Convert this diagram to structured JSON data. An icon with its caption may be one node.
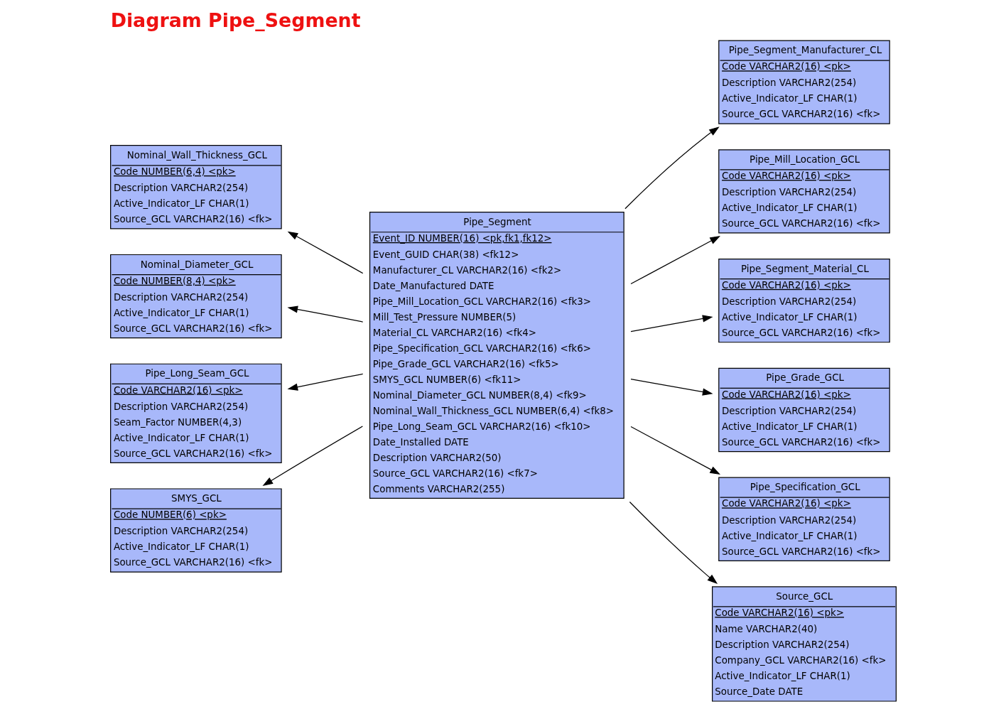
{
  "diagram": {
    "title": "Diagram Pipe_Segment",
    "nodes": [
      {
        "text": [
          "Pipe_Segment",
          "Event_ID NUMBER(16) <pk,fk1,fk12>",
          "Event_GUID CHAR(38) <fk12>",
          "Manufacturer_CL VARCHAR2(16) <fk2>",
          "Date_Manufactured DATE",
          "Pipe_Mill_Location_GCL VARCHAR2(16) <fk3>",
          "Mill_Test_Pressure NUMBER(5)",
          "Material_CL VARCHAR2(16) <fk4>",
          "Pipe_Specification_GCL VARCHAR2(16) <fk6>",
          "Pipe_Grade_GCL VARCHAR2(16) <fk5>",
          "SMYS_GCL NUMBER(6) <fk11>",
          "Nominal_Diameter_GCL NUMBER(8,4) <fk9>",
          "Nominal_Wall_Thickness_GCL NUMBER(6,4) <fk8>",
          "Pipe_Long_Seam_GCL VARCHAR2(16) <fk10>",
          "Date_Installed DATE",
          "Description VARCHAR2(50)",
          "Source_GCL VARCHAR2(16) <fk7>",
          "Comments VARCHAR2(255)"
        ]
      },
      {
        "text": [
          "Nominal_Wall_Thickness_GCL",
          "Code NUMBER(6,4) <pk>",
          "Description VARCHAR2(254)",
          "Active_Indicator_LF CHAR(1)",
          "Source_GCL VARCHAR2(16) <fk>"
        ]
      },
      {
        "text": [
          "Nominal_Diameter_GCL",
          "Code NUMBER(8,4) <pk>",
          "Description VARCHAR2(254)",
          "Active_Indicator_LF CHAR(1)",
          "Source_GCL VARCHAR2(16) <fk>"
        ]
      },
      {
        "text": [
          "Pipe_Long_Seam_GCL",
          "Code VARCHAR2(16) <pk>",
          "Description VARCHAR2(254)",
          "Seam_Factor NUMBER(4,3)",
          "Active_Indicator_LF CHAR(1)",
          "Source_GCL VARCHAR2(16) <fk>"
        ]
      },
      {
        "text": [
          "SMYS_GCL",
          "Code NUMBER(6) <pk>",
          "Description VARCHAR2(254)",
          "Active_Indicator_LF CHAR(1)",
          "Source_GCL VARCHAR2(16) <fk>"
        ]
      },
      {
        "text": [
          "Pipe_Segment_Manufacturer_CL",
          "Code VARCHAR2(16) <pk>",
          "Description VARCHAR2(254)",
          "Active_Indicator_LF CHAR(1)",
          "Source_GCL VARCHAR2(16) <fk>"
        ]
      },
      {
        "text": [
          "Pipe_Mill_Location_GCL",
          "Code VARCHAR2(16) <pk>",
          "Description VARCHAR2(254)",
          "Active_Indicator_LF CHAR(1)",
          "Source_GCL VARCHAR2(16) <fk>"
        ]
      },
      {
        "text": [
          "Pipe_Segment_Material_CL",
          "Code VARCHAR2(16) <pk>",
          "Description VARCHAR2(254)",
          "Active_Indicator_LF CHAR(1)",
          "Source_GCL VARCHAR2(16) <fk>"
        ]
      },
      {
        "text": [
          "Pipe_Grade_GCL",
          "Code VARCHAR2(16) <pk>",
          "Description VARCHAR2(254)",
          "Active_Indicator_LF CHAR(1)",
          "Source_GCL VARCHAR2(16) <fk>"
        ]
      },
      {
        "text": [
          "Pipe_Specification_GCL",
          "Code VARCHAR2(16) <pk>",
          "Description VARCHAR2(254)",
          "Active_Indicator_LF CHAR(1)",
          "Source_GCL VARCHAR2(16) <fk>"
        ]
      },
      {
        "text": [
          "Source_GCL",
          "Code VARCHAR2(16) <pk>",
          "Name VARCHAR2(40)",
          "Description VARCHAR2(254)",
          "Company_GCL VARCHAR2(16) <fk>",
          "Active_Indicator_LF CHAR(1)",
          "Source_Date DATE"
        ]
      }
    ],
    "edges": [
      {
        "from": 0,
        "to": 5,
        "arrow": "to"
      },
      {
        "from": 0,
        "to": 6,
        "arrow": "to"
      },
      {
        "from": 0,
        "to": 7,
        "arrow": "to"
      },
      {
        "from": 0,
        "to": 8,
        "arrow": "to"
      },
      {
        "from": 0,
        "to": 9,
        "arrow": "to"
      },
      {
        "from": 0,
        "to": 10,
        "arrow": "to"
      },
      {
        "from": 0,
        "to": 1,
        "arrow": "to"
      },
      {
        "from": 0,
        "to": 2,
        "arrow": "to"
      },
      {
        "from": 0,
        "to": 3,
        "arrow": "to"
      },
      {
        "from": 0,
        "to": 4,
        "arrow": "to"
      }
    ]
  }
}
